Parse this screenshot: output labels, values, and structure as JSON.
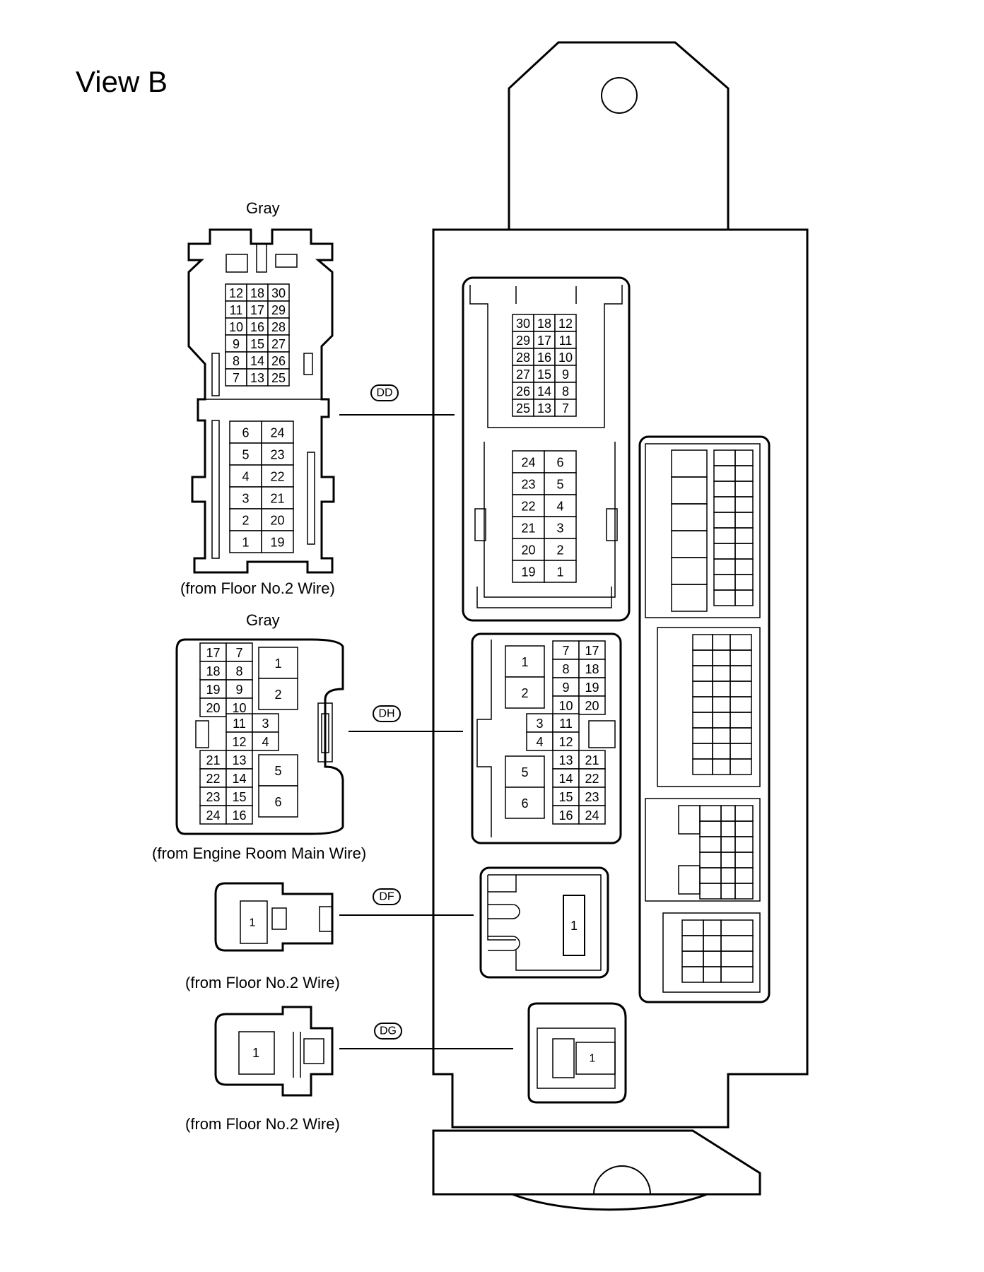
{
  "view_title": "View B",
  "colors": {
    "line": "#000000",
    "background": "#ffffff"
  },
  "connectors": {
    "DD": {
      "code": "DD",
      "color": "Gray",
      "source": "(from Floor No.2 Wire)",
      "harness_upper_rows": [
        [
          "12",
          "18",
          "30"
        ],
        [
          "11",
          "17",
          "29"
        ],
        [
          "10",
          "16",
          "28"
        ],
        [
          "9",
          "15",
          "27"
        ],
        [
          "8",
          "14",
          "26"
        ],
        [
          "7",
          "13",
          "25"
        ]
      ],
      "harness_lower_rows": [
        [
          "6",
          "24"
        ],
        [
          "5",
          "23"
        ],
        [
          "4",
          "22"
        ],
        [
          "3",
          "21"
        ],
        [
          "2",
          "20"
        ],
        [
          "1",
          "19"
        ]
      ],
      "block_upper_rows": [
        [
          "30",
          "18",
          "12"
        ],
        [
          "29",
          "17",
          "11"
        ],
        [
          "28",
          "16",
          "10"
        ],
        [
          "27",
          "15",
          "9"
        ],
        [
          "26",
          "14",
          "8"
        ],
        [
          "25",
          "13",
          "7"
        ]
      ],
      "block_lower_rows": [
        [
          "24",
          "6"
        ],
        [
          "23",
          "5"
        ],
        [
          "22",
          "4"
        ],
        [
          "21",
          "3"
        ],
        [
          "20",
          "2"
        ],
        [
          "19",
          "1"
        ]
      ]
    },
    "DH": {
      "code": "DH",
      "color": "Gray",
      "source": "(from Engine Room Main Wire)",
      "harness_top_rows": [
        [
          "17",
          "7"
        ],
        [
          "18",
          "8"
        ],
        [
          "19",
          "9"
        ],
        [
          "20",
          "10"
        ]
      ],
      "harness_mid_rows": [
        [
          "11",
          "3"
        ],
        [
          "12",
          "4"
        ]
      ],
      "harness_bottom_rows": [
        [
          "21",
          "13"
        ],
        [
          "22",
          "14"
        ],
        [
          "23",
          "15"
        ],
        [
          "24",
          "16"
        ]
      ],
      "harness_large_pins": [
        "1",
        "2",
        "5",
        "6"
      ],
      "block_top_rows": [
        [
          "7",
          "17"
        ],
        [
          "8",
          "18"
        ],
        [
          "9",
          "19"
        ],
        [
          "10",
          "20"
        ]
      ],
      "block_mid_rows": [
        [
          "3",
          "11"
        ],
        [
          "4",
          "12"
        ]
      ],
      "block_bottom_rows": [
        [
          "13",
          "21"
        ],
        [
          "14",
          "22"
        ],
        [
          "15",
          "23"
        ],
        [
          "16",
          "24"
        ]
      ],
      "block_large_pins": [
        "1",
        "2",
        "5",
        "6"
      ]
    },
    "DF": {
      "code": "DF",
      "source": "(from Floor No.2 Wire)",
      "harness_pin": "1",
      "block_pin": "1"
    },
    "DG": {
      "code": "DG",
      "source": "(from Floor No.2 Wire)",
      "harness_pin": "1",
      "block_pin": "1"
    }
  }
}
